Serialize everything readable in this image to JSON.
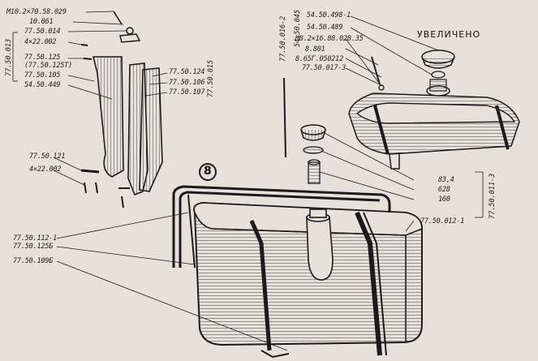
{
  "labels": {
    "m10": "M10.2×70.58.029",
    "n10061": "10.061",
    "n77014": "77.50.014",
    "n4x22a": "4×22.002",
    "n77125": "77.50.125",
    "n77125t": "(77.50.125Т)",
    "n77105": "77.50.105",
    "n54449": "54.50.449",
    "n77013": "77.50.013",
    "n77124": "77.50.124",
    "n77106": "77.50.106",
    "n77107": "77.50.107",
    "n77015": "77.50.015",
    "n77121": "77.50.121",
    "n4x22b": "4×22.002",
    "n77112": "77.50.112-1",
    "n77125b": "77.50.125Б",
    "n77109": "77.50.109Б",
    "n77016": "77.50.016-2",
    "n54045": "54.50.045",
    "n54498": "54.50.498-1",
    "n54489": "54.50.489",
    "m8": "M8.2×16.88.028.35",
    "n8801": "8.801",
    "n865f": "8.65Г.050212",
    "n77017": "77.50.017-3",
    "uvel": "УВЕЛИЧЕНО",
    "n834": "83,4",
    "n628": "628",
    "n160": "160",
    "n77011": "77.50.011-3",
    "n77012": "77.50.012-1",
    "badge8": "8"
  },
  "colors": {
    "ink": "#1b1b1b",
    "paper": "#e6e2da"
  }
}
